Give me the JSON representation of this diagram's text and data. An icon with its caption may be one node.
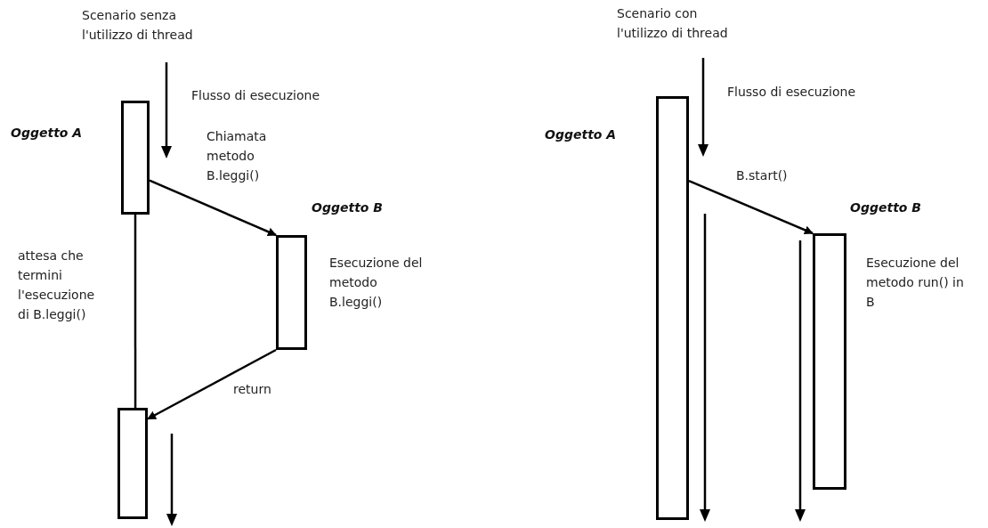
{
  "diagram": {
    "nodes": [
      {
        "text": [],
        "shape": "bar",
        "beside": [
          "Oggetto A"
        ]
      },
      {
        "text": [],
        "shape": "bar",
        "beside": [
          "Oggetto B",
          "Esecuzione del metodo B.leggi()"
        ]
      },
      {
        "text": [],
        "shape": "bar"
      },
      {
        "text": [],
        "shape": "bar",
        "beside": [
          "Oggetto A"
        ]
      },
      {
        "text": [],
        "shape": "bar",
        "beside": [
          "Oggetto B",
          "Esecuzione del metodo run() in B"
        ]
      }
    ],
    "edges": [
      {
        "from": 0,
        "to": 1,
        "arrow": "to",
        "label": "Chiamata metodo B.leggi()"
      },
      {
        "from": 0,
        "to": 2,
        "arrow": "none"
      },
      {
        "from": 1,
        "to": 2,
        "arrow": "to",
        "label": "return"
      },
      {
        "from": 3,
        "to": 4,
        "arrow": "to",
        "label": "B.start()"
      }
    ],
    "labels": [
      "Scenario senza l'utilizzo di thread",
      "Flusso di esecuzione",
      "attesa che termini l'esecuzione di B.leggi()",
      "Scenario con l'utilizzo di thread",
      "Flusso di esecuzione"
    ]
  }
}
